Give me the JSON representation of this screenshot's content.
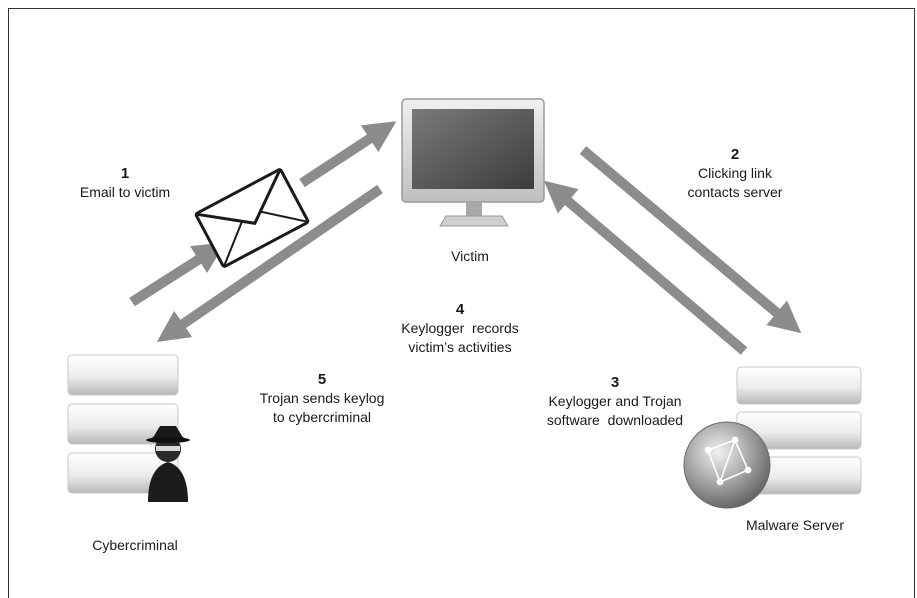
{
  "nodes": {
    "victim": "Victim",
    "cybercriminal": "Cybercriminal",
    "malware_server": "Malware Server"
  },
  "steps": [
    {
      "num": "1",
      "line1": "Email to victim",
      "line2": ""
    },
    {
      "num": "2",
      "line1": "Clicking link",
      "line2": "contacts server"
    },
    {
      "num": "3",
      "line1": "Keylogger and Trojan",
      "line2": "software  downloaded"
    },
    {
      "num": "4",
      "line1": "Keylogger  records",
      "line2": "victim’s activities"
    },
    {
      "num": "5",
      "line1": "Trojan sends keylog",
      "line2": "to cybercriminal"
    }
  ],
  "colors": {
    "arrow": "#8c8c8c",
    "frame": "#333333",
    "server_light": "#f4f4f4",
    "server_dark": "#bdbdbd",
    "monitor_body": "#d9d9d9",
    "screen": "#5a5a5a"
  },
  "icons": [
    "monitor-icon",
    "envelope-icon",
    "server-icon",
    "hacker-icon",
    "globe-icon"
  ]
}
